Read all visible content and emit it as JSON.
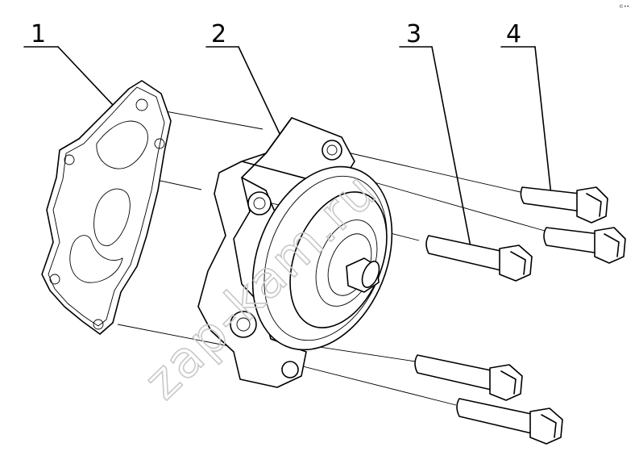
{
  "callouts": [
    {
      "number": "1",
      "part": "gasket"
    },
    {
      "number": "2",
      "part": "pump-body"
    },
    {
      "number": "3",
      "part": "bolt-long"
    },
    {
      "number": "4",
      "part": "bolt-short"
    }
  ],
  "watermark": "zap-kam.ru",
  "corner_mark": "©••"
}
